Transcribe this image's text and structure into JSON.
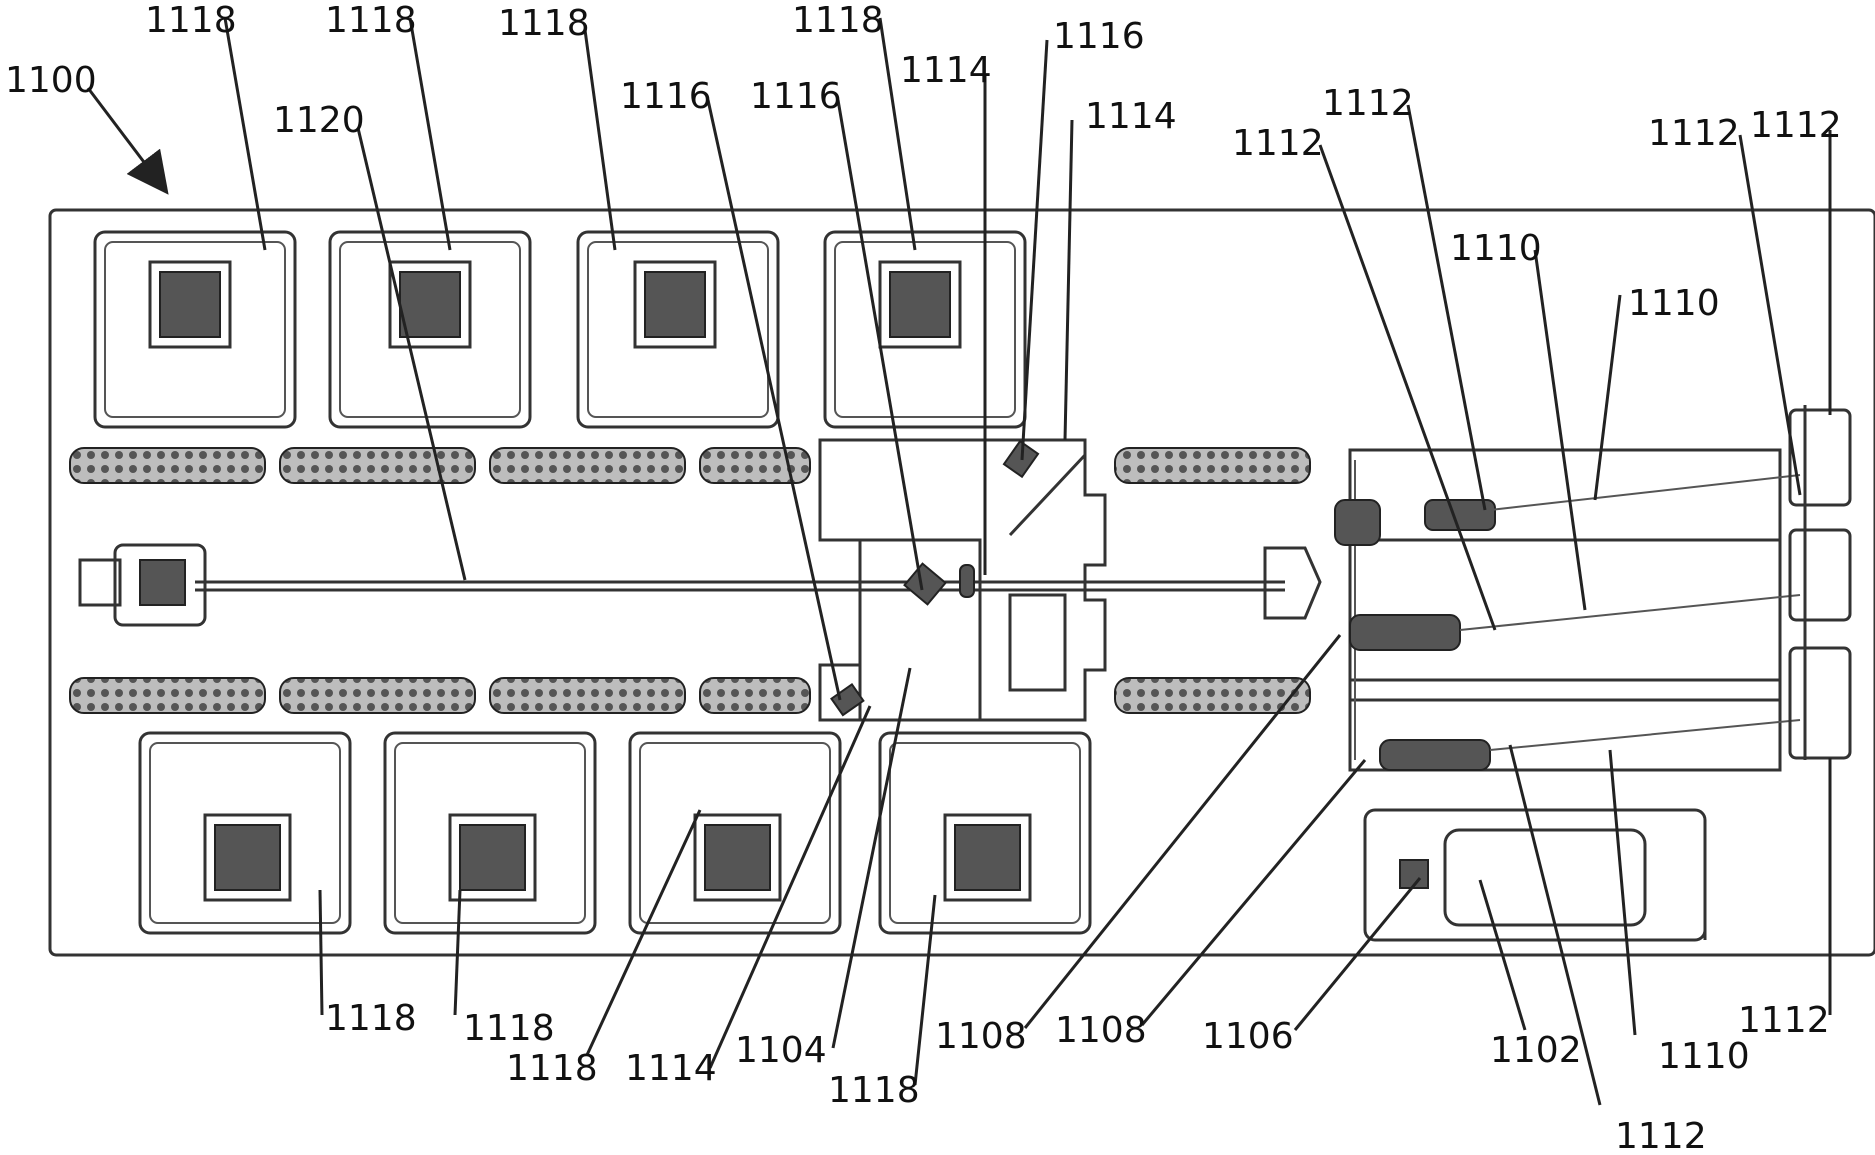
{
  "figure": {
    "labels": {
      "system": "1100",
      "bay": "1118",
      "rail": "1120",
      "cart": "1104",
      "actuator": "1116",
      "frame": "1114",
      "arm": "1112",
      "lead": "1110",
      "module": "1108",
      "connector": "1106",
      "tank": "1102"
    }
  }
}
